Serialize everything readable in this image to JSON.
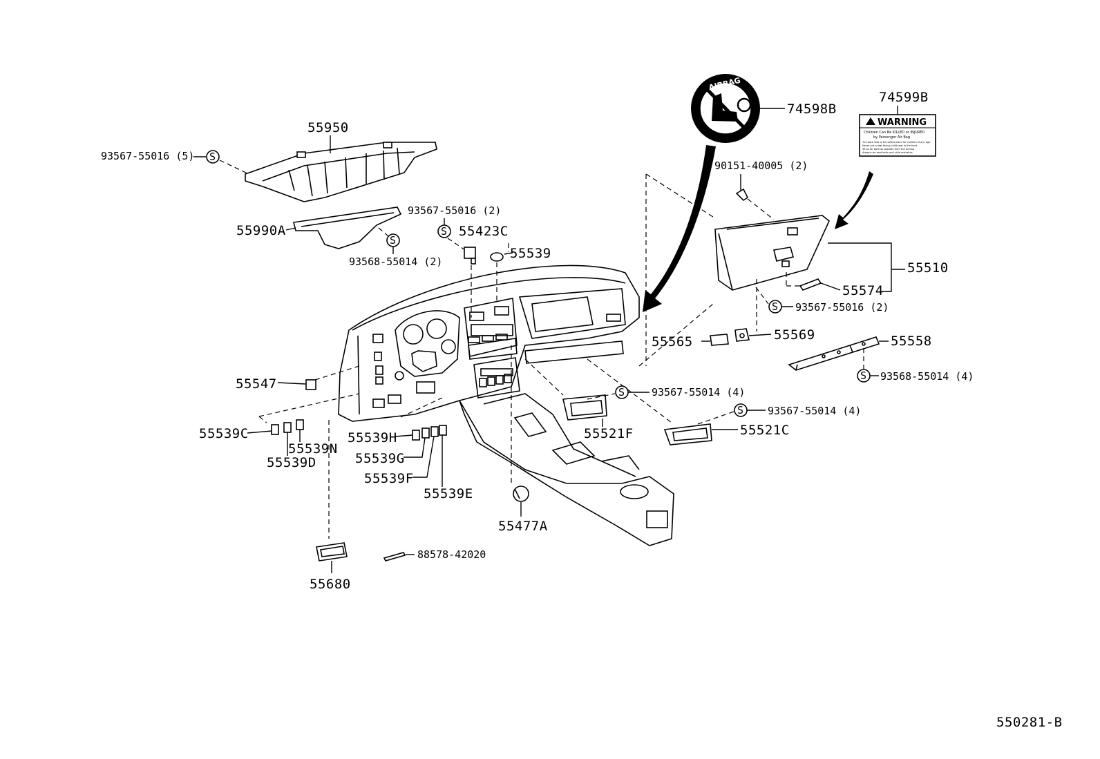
{
  "diagram_id": "550281-B",
  "parts": {
    "p55950": "55950",
    "p93567_55016_5": "93567-55016 (5)",
    "p55990A": "55990A",
    "p93567_55016_2a": "93567-55016 (2)",
    "p93568_55014_2": "93568-55014 (2)",
    "p55423C": "55423C",
    "p55539": "55539",
    "p74598B": "74598B",
    "p74599B": "74599B",
    "p90151_40005_2": "90151-40005 (2)",
    "p55510": "55510",
    "p55574": "55574",
    "p93567_55016_2b": "93567-55016 (2)",
    "p55565": "55565",
    "p55569": "55569",
    "p55558": "55558",
    "p93568_55014_4": "93568-55014 (4)",
    "p55547": "55547",
    "p93567_55014_4a": "93567-55014 (4)",
    "p93567_55014_4b": "93567-55014 (4)",
    "p55521F": "55521F",
    "p55521C": "55521C",
    "p55539C": "55539C",
    "p55539N": "55539N",
    "p55539D": "55539D",
    "p55539H": "55539H",
    "p55539G": "55539G",
    "p55539F": "55539F",
    "p55539E": "55539E",
    "p55477A": "55477A",
    "p55680": "55680",
    "p88578_42020": "88578-42020"
  },
  "symbols": {
    "standard_part": "S"
  },
  "airbag_badge": {
    "text": "AIRBAG"
  },
  "warning_label": {
    "title": "WARNING",
    "line1": "Children Can Be KILLED or INJURED",
    "line2": "by Passenger Air Bag",
    "line3": "The back seat is the safest place for children of any age",
    "line4": "Never put a rear-facing child seat in the front",
    "line5": "Sit as far back as possible from the air bag",
    "line6": "Always use seat belts and child restraints"
  }
}
